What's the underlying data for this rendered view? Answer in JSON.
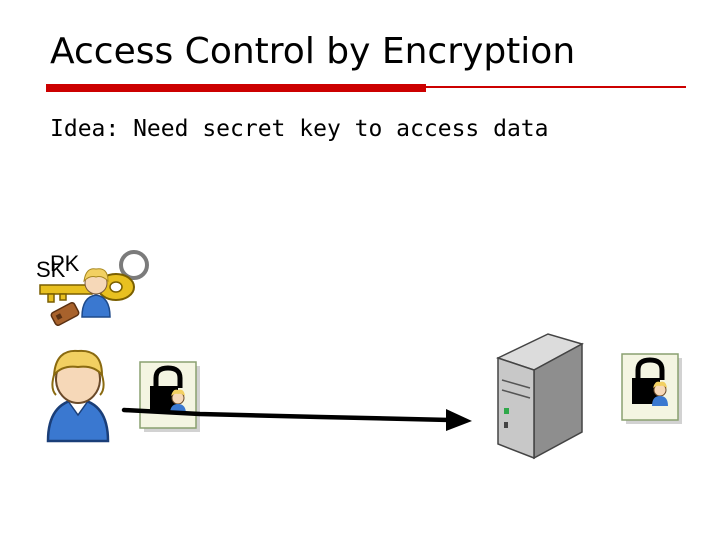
{
  "slide": {
    "title": "Access Control by Encryption",
    "idea": "Idea: Need secret key to access data"
  },
  "keys": {
    "secret_key_label": "SK",
    "public_key_label": "PK"
  },
  "colors": {
    "accent_red": "#cc0000",
    "key_gold": "#e8c020",
    "shirt_blue": "#3a78d0",
    "hair_blond": "#f2d062",
    "document_fill": "#f4f5e2",
    "server_gray": "#b0b0b0"
  },
  "icons": [
    "key-icon",
    "keyring-icon",
    "user-icon",
    "locked-document-icon",
    "server-icon",
    "arrow-icon"
  ]
}
